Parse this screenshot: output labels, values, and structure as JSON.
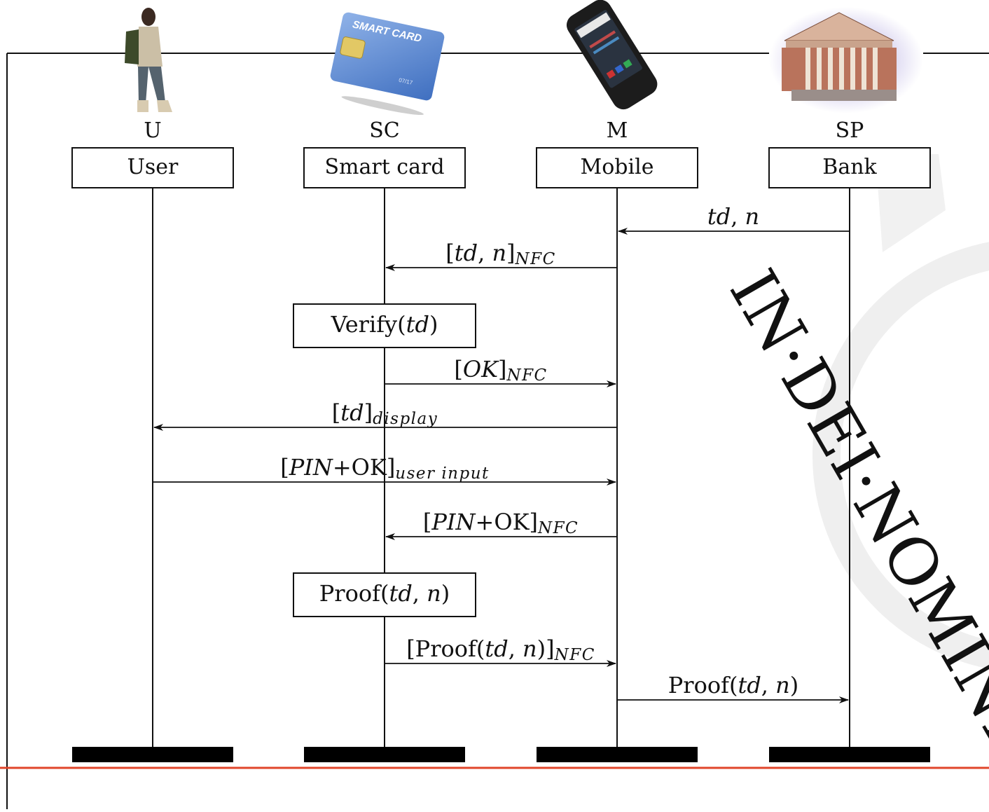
{
  "actors": [
    {
      "id": "U",
      "symbol": "U",
      "label": "User",
      "icon": "student-with-phone-icon"
    },
    {
      "id": "SC",
      "symbol": "SC",
      "label": "Smart card",
      "icon": "smart-card-icon"
    },
    {
      "id": "M",
      "symbol": "M",
      "label": "Mobile",
      "icon": "smartphone-icon"
    },
    {
      "id": "SP",
      "symbol": "SP",
      "label": "Bank",
      "icon": "bank-building-icon"
    }
  ],
  "smart_card_icon": {
    "title": "SMART CARD",
    "expiry": "07/17"
  },
  "messages": [
    {
      "from": "SP",
      "to": "M",
      "parts": [
        {
          "t": "td",
          "i": true
        },
        {
          "t": ", "
        },
        {
          "t": "n",
          "i": true
        }
      ]
    },
    {
      "from": "M",
      "to": "SC",
      "parts": [
        {
          "t": "["
        },
        {
          "t": "td",
          "i": true
        },
        {
          "t": ", "
        },
        {
          "t": "n",
          "i": true
        },
        {
          "t": "]"
        },
        {
          "t": "NFC",
          "i": true,
          "sub": true
        }
      ]
    },
    {
      "from": "SC",
      "to": "M",
      "parts": [
        {
          "t": "["
        },
        {
          "t": "OK",
          "i": true
        },
        {
          "t": "]"
        },
        {
          "t": "NFC",
          "i": true,
          "sub": true
        }
      ]
    },
    {
      "from": "M",
      "to": "U",
      "parts": [
        {
          "t": "["
        },
        {
          "t": "td",
          "i": true
        },
        {
          "t": "]"
        },
        {
          "t": "display",
          "i": true,
          "sub": true
        }
      ]
    },
    {
      "from": "U",
      "to": "M",
      "parts": [
        {
          "t": "["
        },
        {
          "t": "PIN",
          "i": true
        },
        {
          "t": "+OK]"
        },
        {
          "t": "user input",
          "i": true,
          "sub": true
        }
      ]
    },
    {
      "from": "M",
      "to": "SC",
      "parts": [
        {
          "t": "["
        },
        {
          "t": "PIN",
          "i": true
        },
        {
          "t": "+OK]"
        },
        {
          "t": "NFC",
          "i": true,
          "sub": true
        }
      ]
    },
    {
      "from": "SC",
      "to": "M",
      "parts": [
        {
          "t": "[Proof("
        },
        {
          "t": "td",
          "i": true
        },
        {
          "t": ", "
        },
        {
          "t": "n",
          "i": true
        },
        {
          "t": ")]"
        },
        {
          "t": "NFC",
          "i": true,
          "sub": true
        }
      ]
    },
    {
      "from": "M",
      "to": "SP",
      "parts": [
        {
          "t": "Proof("
        },
        {
          "t": "td",
          "i": true
        },
        {
          "t": ", "
        },
        {
          "t": "n",
          "i": true
        },
        {
          "t": ")"
        }
      ]
    }
  ],
  "actions": [
    {
      "actor": "SC",
      "parts": [
        {
          "t": "Verify("
        },
        {
          "t": "td",
          "i": true
        },
        {
          "t": ")"
        }
      ]
    },
    {
      "actor": "SC",
      "parts": [
        {
          "t": "Proof("
        },
        {
          "t": "td",
          "i": true
        },
        {
          "t": ", "
        },
        {
          "t": "n",
          "i": true
        },
        {
          "t": ")"
        }
      ]
    }
  ],
  "watermark": {
    "text": "IN·DEI·NOMINE",
    "color": "#ececec"
  },
  "colors": {
    "line": "#111111",
    "accent_rule": "#e0452b"
  }
}
